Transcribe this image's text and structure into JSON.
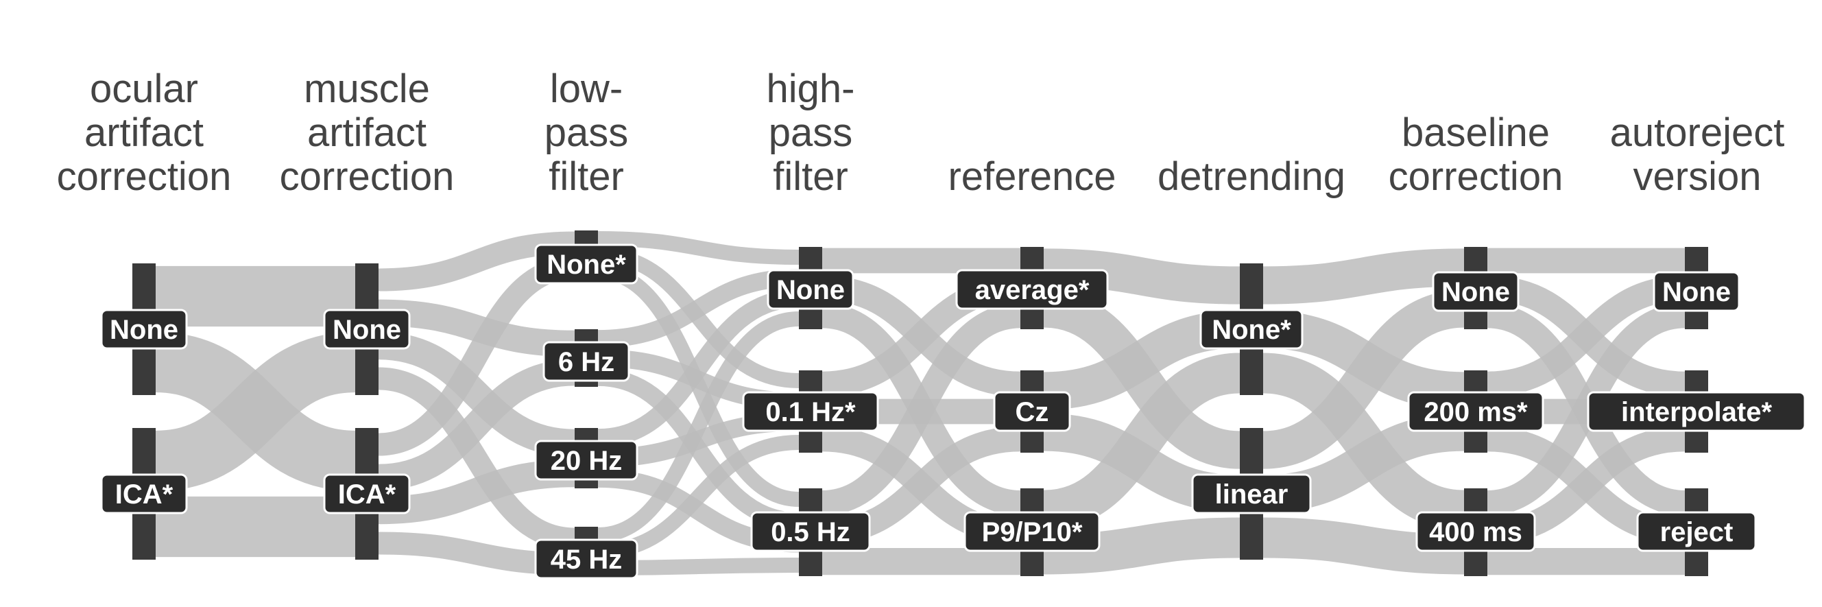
{
  "colors": {
    "flow": "#bcbcbc",
    "node_bar": "#3a3a3a",
    "label_bg": "#2b2b2b",
    "label_text": "#ffffff",
    "title_text": "#444444"
  },
  "stages": [
    {
      "id": "ocular",
      "title": [
        "ocular",
        "artifact",
        "correction"
      ],
      "options": [
        "None",
        "ICA*"
      ]
    },
    {
      "id": "muscle",
      "title": [
        "muscle",
        "artifact",
        "correction"
      ],
      "options": [
        "None",
        "ICA*"
      ]
    },
    {
      "id": "lowpass",
      "title": [
        "low-",
        "pass",
        "filter"
      ],
      "options": [
        "None*",
        "6 Hz",
        "20 Hz",
        "45 Hz"
      ]
    },
    {
      "id": "highpass",
      "title": [
        "high-",
        "pass",
        "filter"
      ],
      "options": [
        "None",
        "0.1 Hz*",
        "0.5 Hz"
      ]
    },
    {
      "id": "reference",
      "title": [
        "reference"
      ],
      "options": [
        "average*",
        "Cz",
        "P9/P10*"
      ]
    },
    {
      "id": "detrending",
      "title": [
        "detrending"
      ],
      "options": [
        "None*",
        "linear"
      ]
    },
    {
      "id": "baseline",
      "title": [
        "baseline",
        "correction"
      ],
      "options": [
        "None",
        "200 ms*",
        "400 ms"
      ]
    },
    {
      "id": "autoreject",
      "title": [
        "autoreject",
        "version"
      ],
      "options": [
        "None",
        "interpolate*",
        "reject"
      ]
    }
  ]
}
